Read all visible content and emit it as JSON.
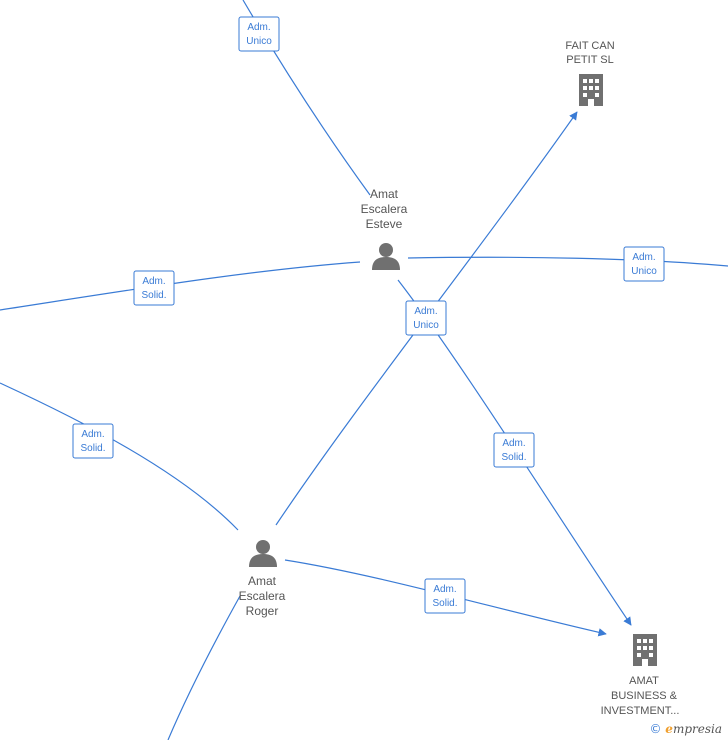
{
  "nodes": {
    "amat_escalera_esteve": {
      "label_lines": [
        "Amat",
        "Escalera",
        "Esteve"
      ],
      "icon": "person-icon"
    },
    "amat_escalera_roger": {
      "label_lines": [
        "Amat",
        "Escalera",
        "Roger"
      ],
      "icon": "person-icon"
    },
    "fait_can_petit": {
      "label_lines": [
        "FAIT CAN",
        "PETIT SL"
      ],
      "icon": "building-icon"
    },
    "amat_business": {
      "label_lines": [
        "AMAT",
        "BUSINESS &",
        "INVESTMENT..."
      ],
      "icon": "building-icon"
    }
  },
  "edges": [
    {
      "label_lines": [
        "Adm.",
        "Unico"
      ]
    },
    {
      "label_lines": [
        "Adm.",
        "Solid."
      ]
    },
    {
      "label_lines": [
        "Adm.",
        "Unico"
      ]
    },
    {
      "label_lines": [
        "Adm.",
        "Unico"
      ]
    },
    {
      "label_lines": [
        "Adm.",
        "Solid."
      ]
    },
    {
      "label_lines": [
        "Adm.",
        "Solid."
      ]
    },
    {
      "label_lines": [
        "Adm.",
        "Solid."
      ]
    }
  ],
  "credit": {
    "copyright_symbol": "©",
    "brand_initial": "e",
    "brand_rest": "mpresia"
  },
  "colors": {
    "edge": "#3a7bd5",
    "icon": "#707070",
    "text": "#555555",
    "brand_accent": "#f0a030"
  }
}
